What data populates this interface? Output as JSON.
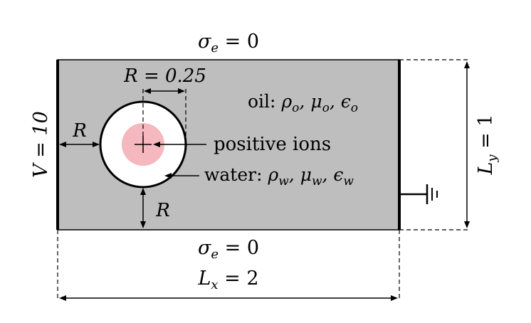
{
  "labels": {
    "top_bc": "σ",
    "top_bc_sub": "e",
    "top_bc_rest": " = 0",
    "bottom_bc": "σ",
    "bottom_bc_sub": "e",
    "bottom_bc_rest": " = 0",
    "radius": "R = 0.25",
    "left_gap": "R",
    "bottom_gap": "R",
    "left_voltage": "V = 10",
    "oil_word": "oil:",
    "oil_props": "ρ",
    "oil_props_sub1": "o",
    "oil_props_mid1": ", μ",
    "oil_props_sub2": "o",
    "oil_props_mid2": ", ϵ",
    "oil_props_sub3": "o",
    "ions": "positive ions",
    "water_word": "water:",
    "water_props": "ρ",
    "water_props_sub1": "w",
    "water_props_mid1": ", μ",
    "water_props_sub2": "w",
    "water_props_mid2": ", ϵ",
    "water_props_sub3": "w",
    "ly": "L",
    "ly_sub": "y",
    "ly_rest": " = 1",
    "lx": "L",
    "lx_sub": "x",
    "lx_rest": " = 2"
  },
  "colors": {
    "domain_fill": "#bebebe",
    "droplet_fill": "#ffffff",
    "ion_fill": "#f4b8be",
    "stroke": "#000000"
  }
}
